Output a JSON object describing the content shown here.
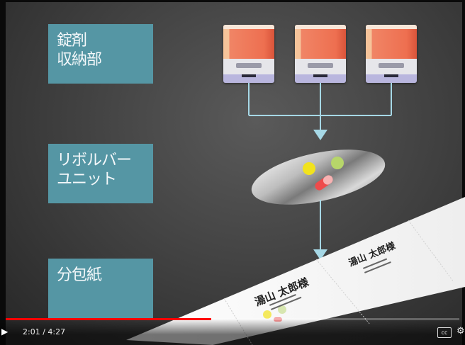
{
  "video": {
    "labels": {
      "tablet_storage": "錠剤\n収納部",
      "revolver_unit": "リボルバー\nユニット",
      "packaging_paper": "分包紙"
    },
    "packets": [
      {
        "name": "湯山 太郎様"
      },
      {
        "name": "湯山 太郎様"
      }
    ]
  },
  "player": {
    "current_time": "2:01",
    "duration": "4:27",
    "time_display": "2:01 / 4:27",
    "progress_fraction": 0.453,
    "cc_label": "cc",
    "progress_color": "#ff0000"
  },
  "colors": {
    "label_box": "#5596a4",
    "arrow": "#a6d8e6"
  },
  "icons": [
    "play-icon",
    "closed-captions-icon",
    "settings-gear-icon"
  ]
}
